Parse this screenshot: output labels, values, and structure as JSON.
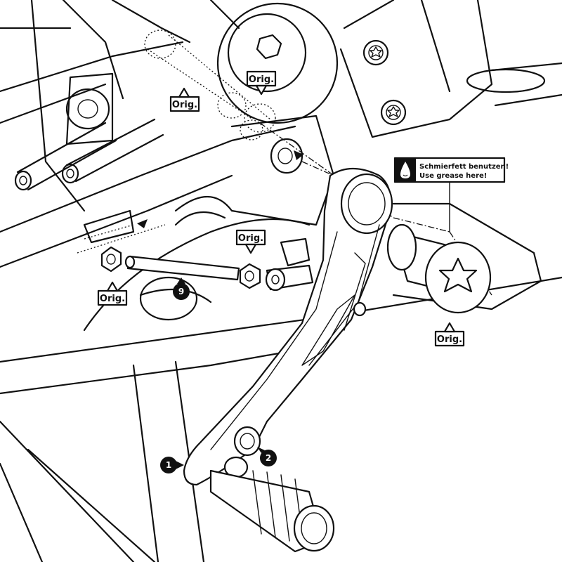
{
  "labels": {
    "orig": "Orig.",
    "grease_de": "Schmierfett benutzen!",
    "grease_en": "Use grease here!",
    "part_1": "1",
    "part_2": "2",
    "part_9": "9"
  },
  "icons": {
    "grease": "grease-drop-icon"
  },
  "colors": {
    "line": "#111111",
    "background": "#ffffff"
  }
}
